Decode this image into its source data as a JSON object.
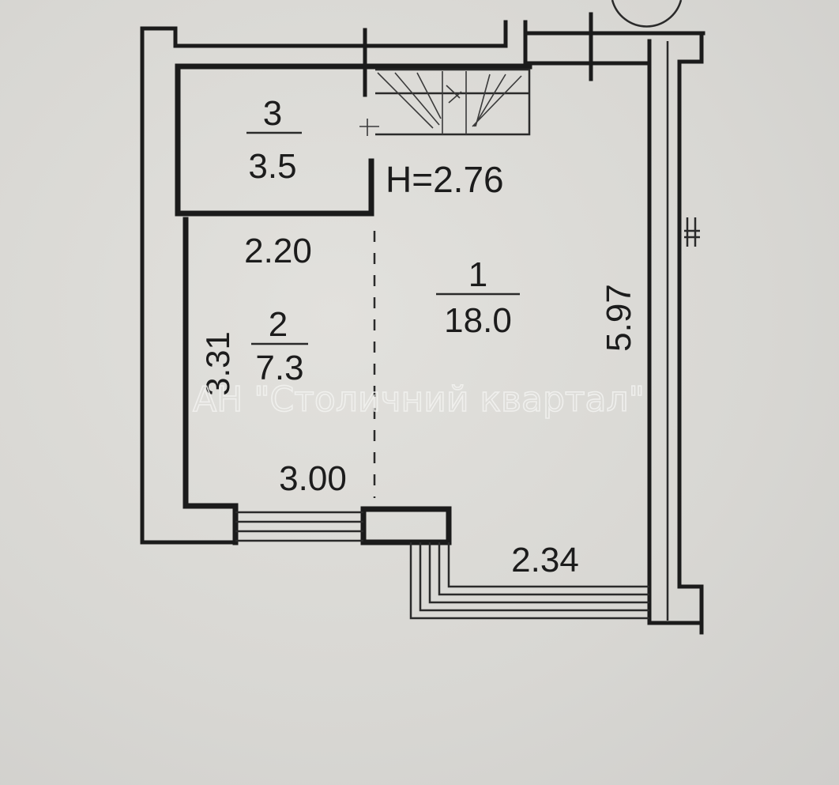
{
  "rooms": [
    {
      "number": "3",
      "area": "3.5"
    },
    {
      "number": "1",
      "area": "18.0"
    },
    {
      "number": "2",
      "area": "7.3"
    }
  ],
  "ceiling_height": "H=2.76",
  "dimensions": {
    "top_left_width": "2.20",
    "left_height": "3.31",
    "bottom_left_width": "3.00",
    "right_height": "5.97",
    "balcony_width": "2.34"
  },
  "watermark": "АН \"Столичний квартал\"",
  "colors": {
    "paper": "#d9d8d4",
    "ink": "#1b1b1b",
    "watermark": "#f2f2f0"
  }
}
